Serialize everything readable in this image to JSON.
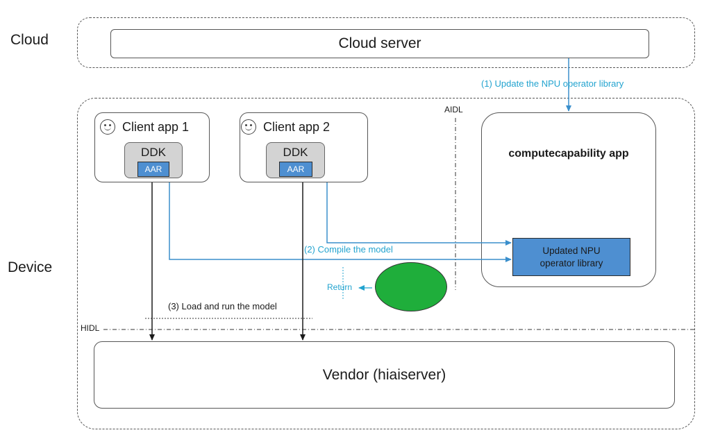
{
  "zones": {
    "cloud_label": "Cloud",
    "device_label": "Device"
  },
  "cloud_server": {
    "label": "Cloud server"
  },
  "clients": [
    {
      "title": "Client app 1",
      "ddk": "DDK",
      "aar": "AAR"
    },
    {
      "title": "Client app 2",
      "ddk": "DDK",
      "aar": "AAR"
    }
  ],
  "compute_app": {
    "title": "computecapability app",
    "library": "Updated NPU operator library"
  },
  "vendor": {
    "label": "Vendor (hiaiserver)"
  },
  "interfaces": {
    "aidl": "AIDL",
    "hidl": "HIDL"
  },
  "steps": {
    "update": "(1) Update the NPU operator library",
    "compile": "(2) Compile the model",
    "load_run": "(3) Load and run the model",
    "return": "Return"
  },
  "colors": {
    "flow_blue": "#3a8fcc",
    "label_cyan": "#22a3cf",
    "aar_blue": "#4e8fd1",
    "ddk_gray": "#d3d3d3",
    "ellipse_green": "#1fae3b"
  }
}
